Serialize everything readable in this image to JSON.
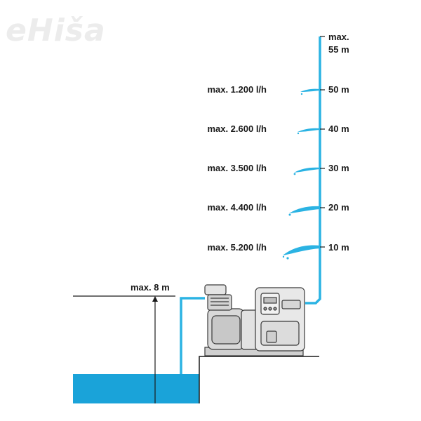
{
  "watermark": "eHiša",
  "max_height_label": {
    "line1": "max.",
    "line2": "55 m"
  },
  "suction_label": "max. 8 m",
  "levels": [
    {
      "flow": "max. 1.200 l/h",
      "height": "50 m"
    },
    {
      "flow": "max. 2.600 l/h",
      "height": "40 m"
    },
    {
      "flow": "max. 3.500 l/h",
      "height": "30 m"
    },
    {
      "flow": "max. 4.400 l/h",
      "height": "20 m"
    },
    {
      "flow": "max. 5.200 l/h",
      "height": "10 m"
    }
  ],
  "colors": {
    "water": "#1aa3d9",
    "pipe": "#2bb3e3",
    "line": "#1a1a1a",
    "pump_body": "#d9d9d9"
  }
}
